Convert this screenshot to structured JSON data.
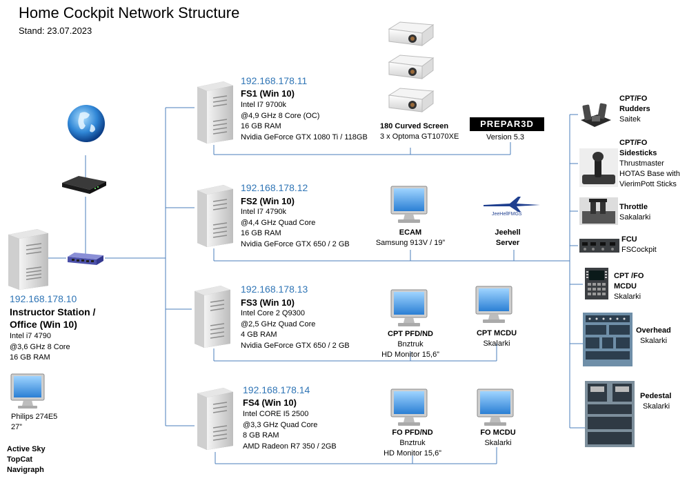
{
  "header": {
    "title": "Home Cockpit Network Structure",
    "date": "Stand: 23.07.2023"
  },
  "instructor": {
    "ip": "192.168.178.10",
    "name1": "Instructor Station  /",
    "name2": "Office (Win 10)",
    "spec1": "Intel i7 4790",
    "spec2": "@3,6 GHz 8 Core",
    "spec3": "16 GB RAM",
    "monitor1": "Philips 274E5",
    "monitor2": "27”",
    "software1": "Active Sky",
    "software2": "TopCat",
    "software3": "Navigraph"
  },
  "fs1": {
    "ip": "192.168.178.11",
    "name": "FS1 (Win 10)",
    "spec1": "Intel I7 9700k",
    "spec2": "@4,9 GHz 8 Core (OC)",
    "spec3": "16 GB RAM",
    "spec4": "Nvidia GeForce GTX 1080 Ti / 118GB"
  },
  "fs2": {
    "ip": "192.168.178.12",
    "name": "FS2 (Win 10)",
    "spec1": "Intel I7 4790k",
    "spec2": "@4,4 GHz Quad Core",
    "spec3": "16 GB RAM",
    "spec4": "Nvidia GeForce GTX 650 / 2 GB"
  },
  "fs3": {
    "ip": "192.168.178.13",
    "name": "FS3 (Win 10)",
    "spec1": "Intel Core 2 Q9300",
    "spec2": "@2,5 GHz Quad Core",
    "spec3": "4 GB RAM",
    "spec4": "Nvidia GeForce GTX 650 / 2 GB"
  },
  "fs4": {
    "ip": "192.168.178.14",
    "name": "FS4 (Win 10)",
    "spec1": "Intel CORE I5 2500",
    "spec2": "@3,3 GHz Quad Core",
    "spec3": "8 GB RAM",
    "spec4": "AMD Radeon R7 350 / 2GB"
  },
  "screen": {
    "label1": "180 Curved Screen",
    "label2": "3 x Optoma GT1070XE"
  },
  "prepar3d": {
    "logo": "PREPAR3D",
    "version": "Version 5.3"
  },
  "ecam": {
    "label1": "ECAM",
    "label2": "Samsung 913V / 19”"
  },
  "jeehell": {
    "logo": "JeeHellFMGS",
    "label1": "Jeehell",
    "label2": "Server"
  },
  "fs3_pfd": {
    "label1": "CPT PFD/ND",
    "label2": "Bnztruk",
    "label3": "HD Monitor 15,6”"
  },
  "fs3_mcdu": {
    "label1": "CPT MCDU",
    "label2": "Skalarki"
  },
  "fs4_pfd": {
    "label1": "FO PFD/ND",
    "label2": "Bnztruk",
    "label3": "HD Monitor 15,6”"
  },
  "fs4_mcdu": {
    "label1": "FO MCDU",
    "label2": "Skalarki"
  },
  "devices": {
    "rudders": {
      "l1": "CPT/FO",
      "l2": "Rudders",
      "l3": "Saitek"
    },
    "sidesticks": {
      "l1": "CPT/FO",
      "l2": "Sidesticks",
      "l3": "Thrustmaster",
      "l4": "HOTAS Base with",
      "l5": "VierimPott Sticks"
    },
    "throttle": {
      "l1": "Throttle",
      "l2": "Sakalarki"
    },
    "fcu": {
      "l1": "FCU",
      "l2": "FSCockpit"
    },
    "mcdu": {
      "l1": "CPT /FO",
      "l2": "MCDU",
      "l3": "Skalarki"
    },
    "overhead": {
      "l1": "Overhead",
      "l2": "Skalarki"
    },
    "pedestal": {
      "l1": "Pedestal",
      "l2": "Skalarki"
    }
  }
}
